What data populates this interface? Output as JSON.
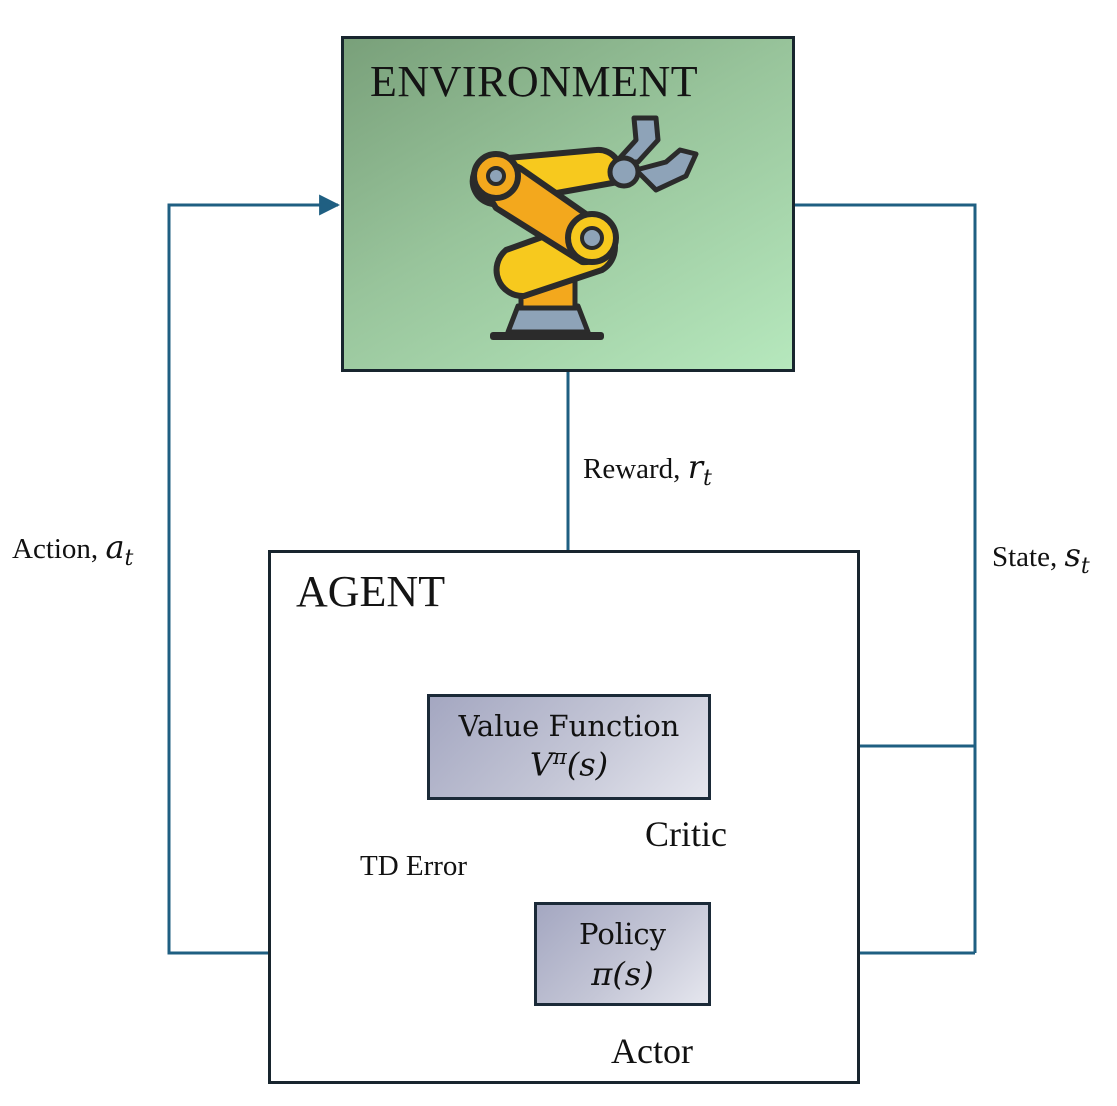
{
  "environment": {
    "title": "ENVIRONMENT",
    "icon": "robot-arm-icon"
  },
  "agent": {
    "title": "AGENT"
  },
  "value_function": {
    "name": "Value Function",
    "symbol": "V",
    "superscript": "π",
    "argument": "(s)"
  },
  "policy": {
    "name": "Policy",
    "symbol": "π",
    "argument": "(s)"
  },
  "labels": {
    "reward_text": "Reward, ",
    "reward_var": "r",
    "reward_sub": "t",
    "action_text": "Action, ",
    "action_var": "a",
    "action_sub": "t",
    "state_text": "State, ",
    "state_var": "s",
    "state_sub": "t",
    "td_error": "TD Error",
    "critic": "Critic",
    "actor": "Actor"
  },
  "colors": {
    "arrow": "#1f5f82",
    "box_border": "#18252e",
    "robot_yellow": "#f7c91e",
    "robot_orange": "#f3a81d",
    "robot_steel": "#8ea3b8"
  }
}
